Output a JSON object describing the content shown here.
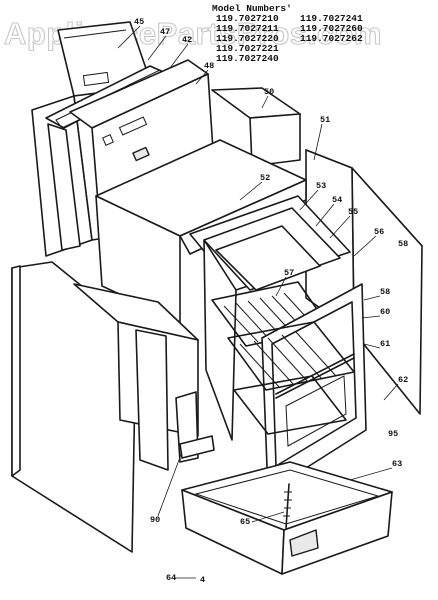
{
  "watermark": "AppliancePartsPros.com",
  "model_header": "Model Numbers'",
  "model_numbers": [
    "119.7027210",
    "119.7027241",
    "119.7027211",
    "119.7027260",
    "119.7027220",
    "119.7027262",
    "119.7027221",
    "119.7027240"
  ],
  "part_labels": [
    "45",
    "47",
    "42",
    "48",
    "50",
    "51",
    "52",
    "53",
    "54",
    "55",
    "56",
    "58",
    "57",
    "58",
    "60",
    "61",
    "62",
    "95",
    "63",
    "65",
    "90",
    "64",
    "4"
  ]
}
